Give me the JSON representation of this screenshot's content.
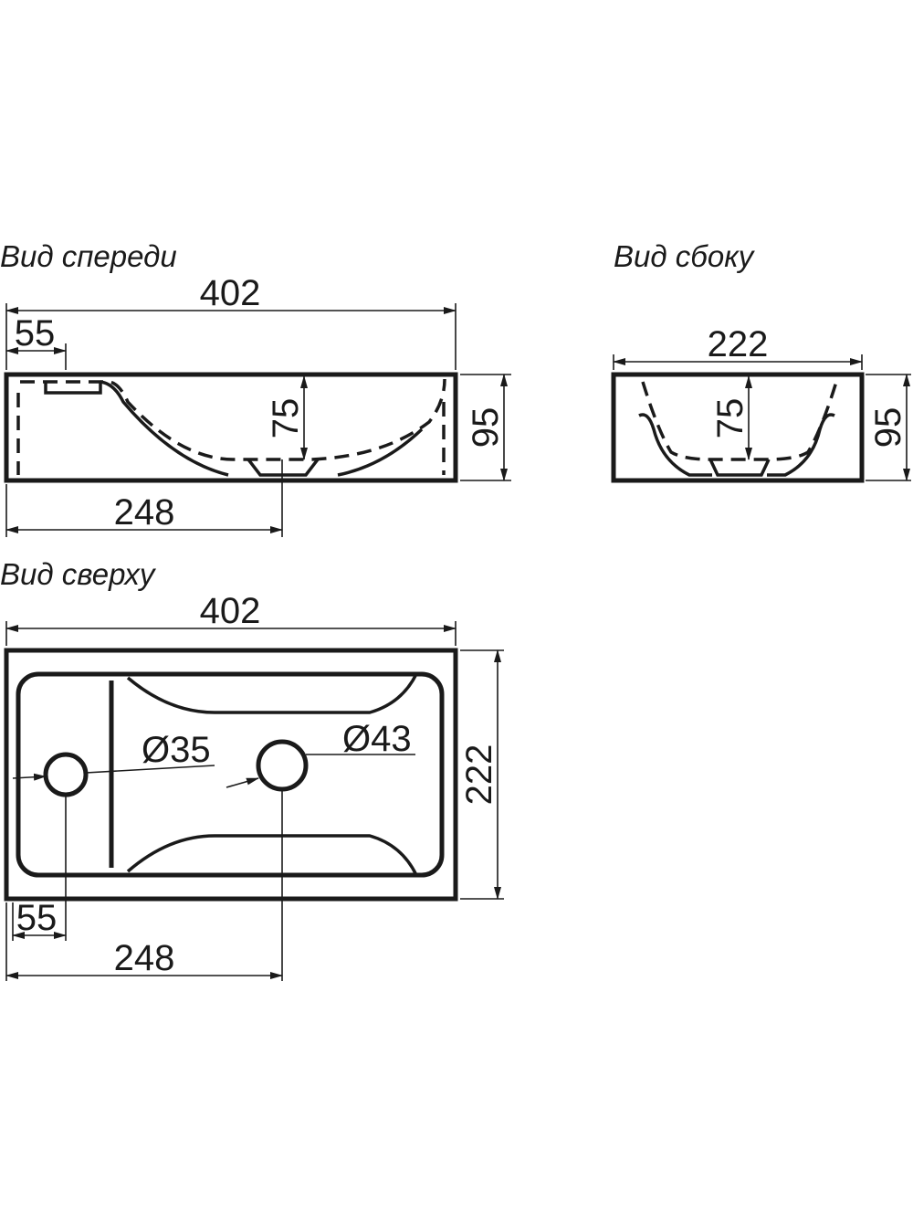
{
  "views": {
    "front": {
      "title": "Вид спереди",
      "dims": {
        "width": "402",
        "tap_offset": "55",
        "drain_offset": "248",
        "bowl_depth": "75",
        "height": "95"
      }
    },
    "side": {
      "title": "Вид сбоку",
      "dims": {
        "depth": "222",
        "bowl_depth": "75",
        "height": "95"
      }
    },
    "top": {
      "title": "Вид сверху",
      "dims": {
        "width": "402",
        "depth": "222",
        "tap_offset": "55",
        "drain_offset": "248",
        "tap_hole": "Ø35",
        "drain_hole": "Ø43"
      }
    }
  },
  "colors": {
    "line": "#1a1a1a",
    "background": "#ffffff"
  }
}
